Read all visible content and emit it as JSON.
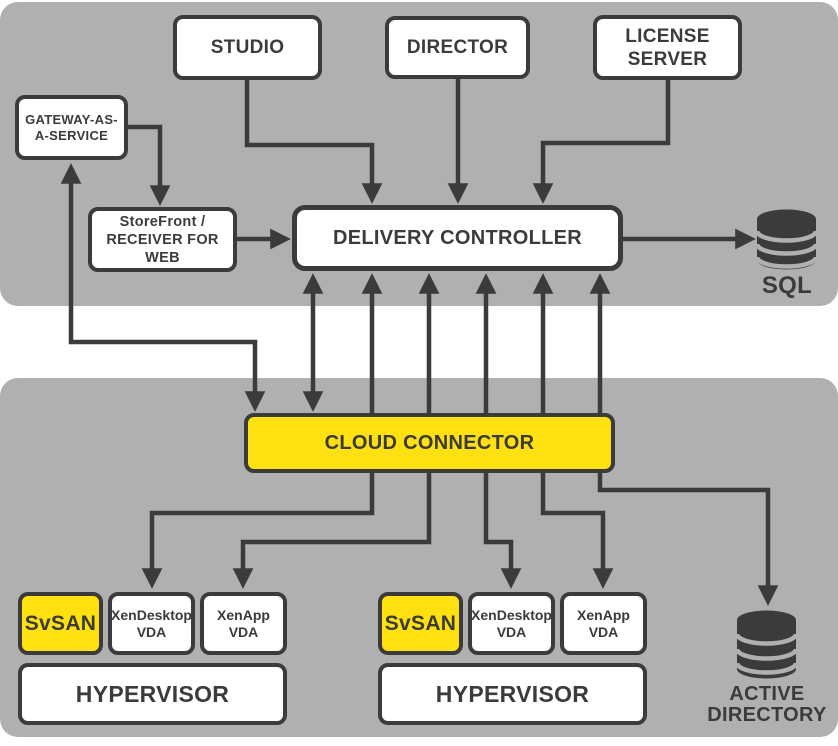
{
  "colors": {
    "band_gray": "#B0B0B0",
    "line_dark": "#3B3B3B",
    "highlight_yellow": "#FFE011",
    "box_white": "#FFFFFF"
  },
  "nodes": {
    "studio": {
      "label": "STUDIO"
    },
    "director": {
      "label": "DIRECTOR"
    },
    "license_server": {
      "line1": "LICENSE",
      "line2": "SERVER"
    },
    "gateway_as_a_service": {
      "line1": "GATEWAY-AS-",
      "line2": "A-SERVICE"
    },
    "storefront": {
      "line1": "StoreFront /",
      "line2": "RECEIVER FOR WEB"
    },
    "delivery_controller": {
      "label": "DELIVERY CONTROLLER"
    },
    "sql": {
      "label": "SQL"
    },
    "cloud_connector": {
      "label": "CLOUD CONNECTOR"
    },
    "active_directory": {
      "line1": "ACTIVE",
      "line2": "DIRECTORY"
    },
    "cluster1": {
      "svsan": "SvSAN",
      "xendesktop": {
        "line1": "XenDesktop",
        "line2": "VDA"
      },
      "xenapp": {
        "line1": "XenApp",
        "line2": "VDA"
      },
      "hypervisor": "HYPERVISOR"
    },
    "cluster2": {
      "svsan": "SvSAN",
      "xendesktop": {
        "line1": "XenDesktop",
        "line2": "VDA"
      },
      "xenapp": {
        "line1": "XenApp",
        "line2": "VDA"
      },
      "hypervisor": "HYPERVISOR"
    }
  },
  "icons": {
    "sql_database": "database-cylinder-icon",
    "active_directory_database": "database-cylinder-icon"
  }
}
